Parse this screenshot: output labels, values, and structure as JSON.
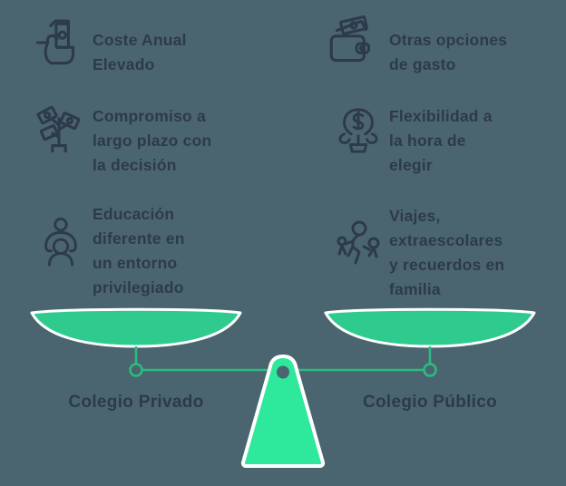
{
  "colors": {
    "background": "#4b6570",
    "ink": "#2d3a4c",
    "pan_green": "#2fcb8e",
    "fulcrum_green": "#2ee89c",
    "line_green": "#29bd7f",
    "stroke_white": "#ffffff"
  },
  "left_column": {
    "items": [
      {
        "icon": "money-in-hand-icon",
        "text": "Coste Anual\nElevado"
      },
      {
        "icon": "money-tree-icon",
        "text": "Compromiso a\nlargo plazo con\nla decisión"
      },
      {
        "icon": "parent-child-icon",
        "text": "Educación\ndiferente en\nun entorno\nprivilegiado"
      }
    ],
    "label": "Colegio Privado"
  },
  "right_column": {
    "items": [
      {
        "icon": "wallet-money-icon",
        "text": "Otras opciones\nde gasto"
      },
      {
        "icon": "money-plant-icon",
        "text": "Flexibilidad a\nla hora de\nelegir"
      },
      {
        "icon": "family-running-icon",
        "text": "Viajes,\nextraescolares\ny recuerdos en\nfamilia"
      }
    ],
    "label": "Colegio Público"
  }
}
